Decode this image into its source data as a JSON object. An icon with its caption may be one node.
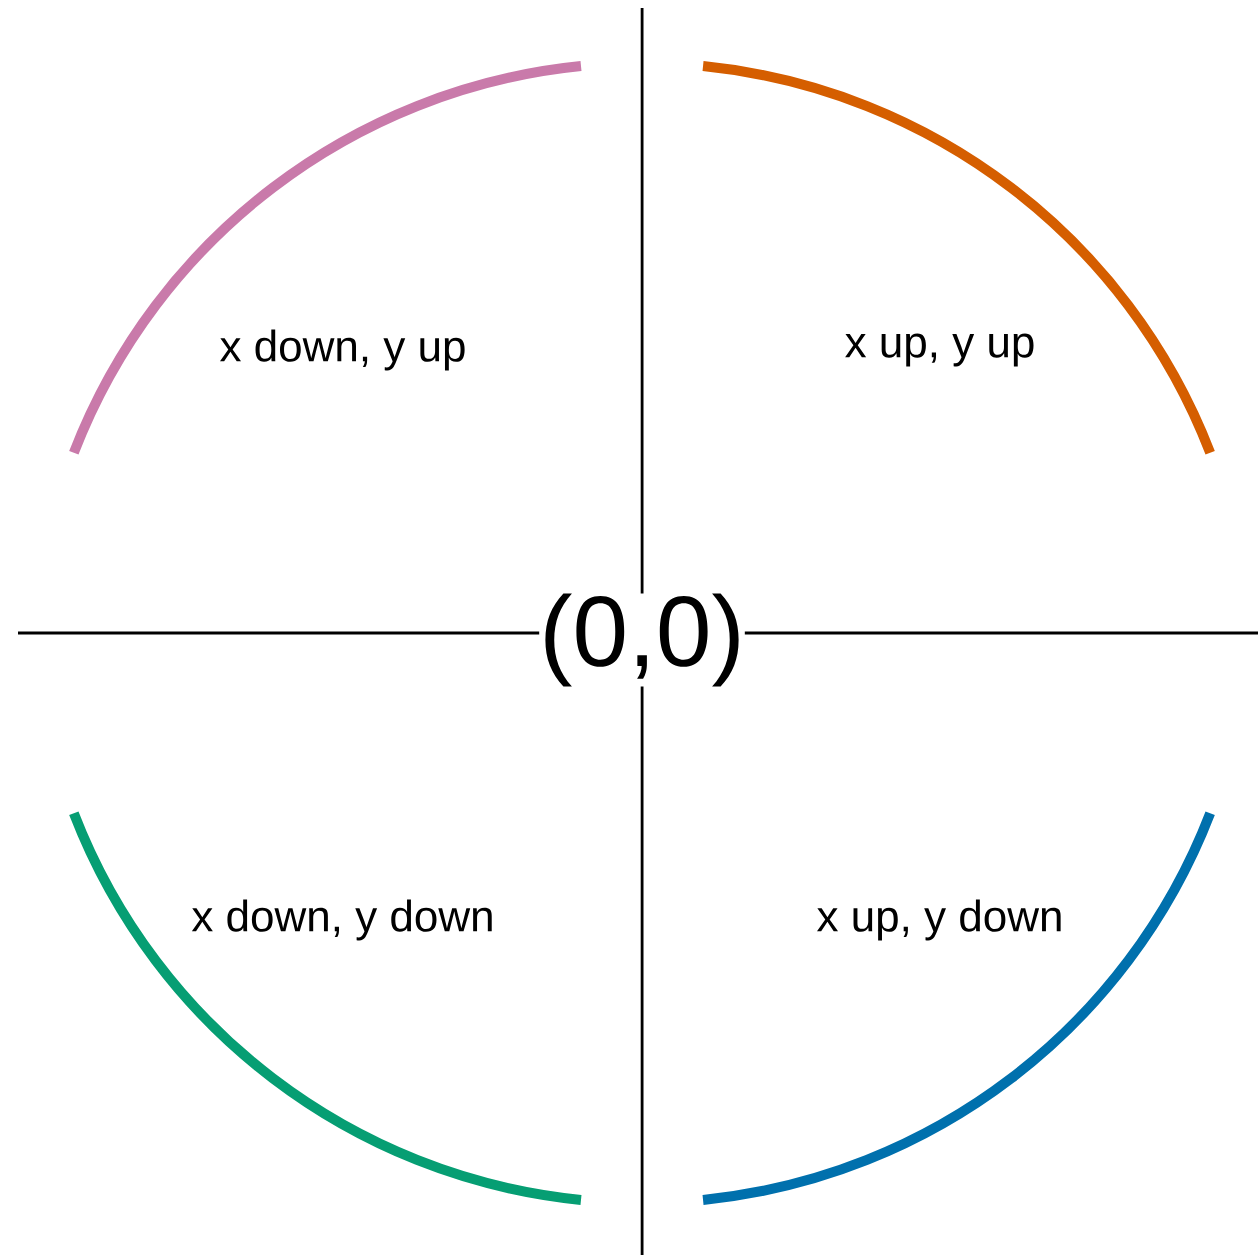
{
  "diagram": {
    "labels": [
      "x down, y up",
      "x up, y up",
      "(0,0)",
      "x down, y down",
      "x up, y down"
    ]
  }
}
